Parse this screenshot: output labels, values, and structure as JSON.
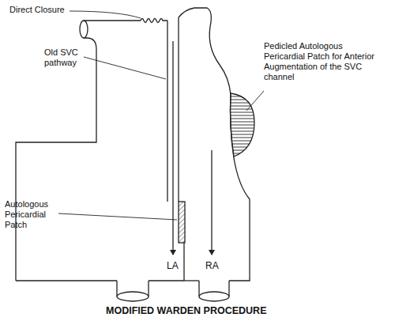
{
  "diagram": {
    "title": "MODIFIED WARDEN PROCEDURE",
    "labels": [
      "Direct Closure",
      "Old SVC pathway",
      "Autologous Pericardial Patch",
      "Pedicled Autologous Pericardial Patch for Anterior Augmentation of the SVC channel",
      "LA",
      "RA"
    ]
  }
}
